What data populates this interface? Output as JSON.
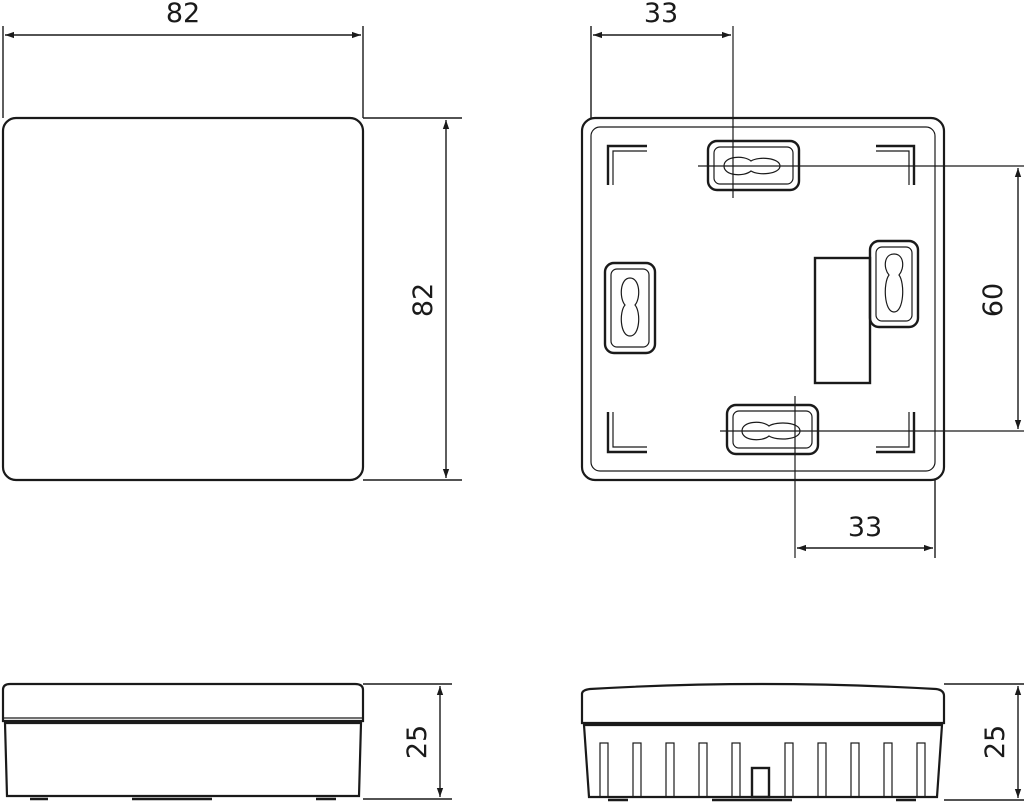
{
  "dimensions": {
    "front_width": "82",
    "front_height": "82",
    "back_hole_offset_top": "33",
    "back_hole_offset_bottom": "33",
    "back_hole_spacing": "60",
    "side_left_depth": "25",
    "side_right_depth": "25"
  }
}
